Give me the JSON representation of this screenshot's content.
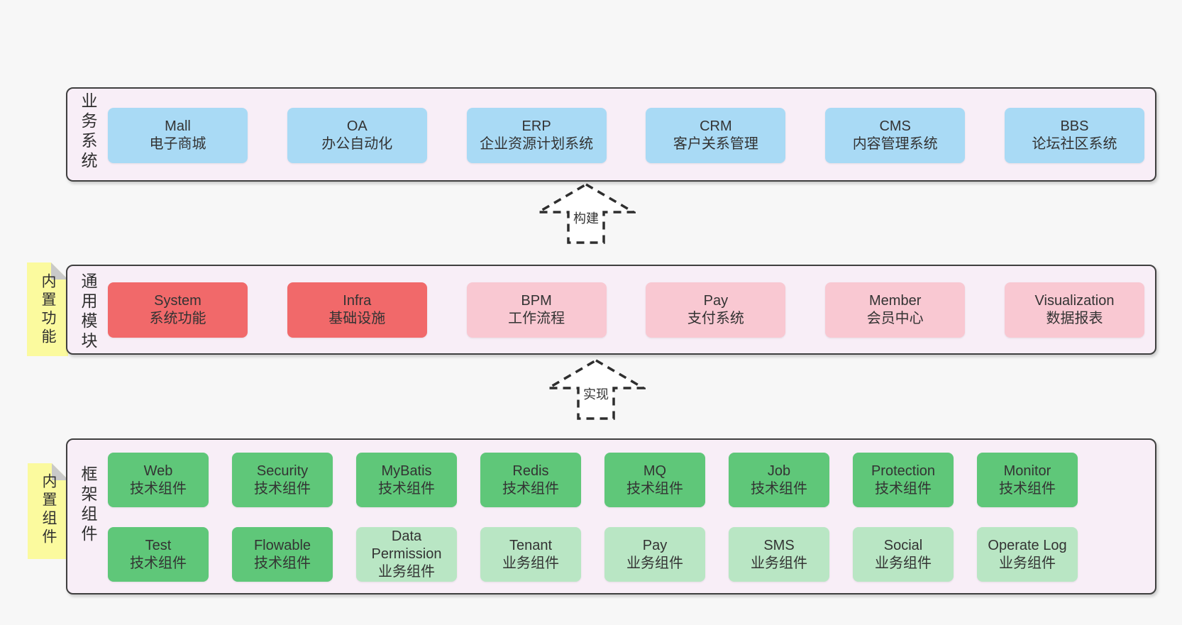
{
  "colors": {
    "page_bg": "#f7f7f7",
    "section_bg": "#f8eef7",
    "section_border": "#3f3f3f",
    "box_text": "#333333",
    "blue": "#a9daf5",
    "red": "#f1696a",
    "pink": "#f9c8d2",
    "green": "#5fc779",
    "light_green": "#b9e6c4",
    "sticky_yellow": "#fbfa9e",
    "fold_gray": "#c9c9c9",
    "arrow_stroke": "#2e2e2e"
  },
  "sections": {
    "business": {
      "label": "业务系统",
      "items": [
        {
          "name": "Mall",
          "desc": "电子商城",
          "type": "blue"
        },
        {
          "name": "OA",
          "desc": "办公自动化",
          "type": "blue"
        },
        {
          "name": "ERP",
          "desc": "企业资源计划系统",
          "type": "blue"
        },
        {
          "name": "CRM",
          "desc": "客户关系管理",
          "type": "blue"
        },
        {
          "name": "CMS",
          "desc": "内容管理系统",
          "type": "blue"
        },
        {
          "name": "BBS",
          "desc": "论坛社区系统",
          "type": "blue"
        }
      ]
    },
    "modules": {
      "label": "通用模块",
      "sticky": "内置功能",
      "items": [
        {
          "name": "System",
          "desc": "系统功能",
          "type": "red"
        },
        {
          "name": "Infra",
          "desc": "基础设施",
          "type": "red"
        },
        {
          "name": "BPM",
          "desc": "工作流程",
          "type": "pink"
        },
        {
          "name": "Pay",
          "desc": "支付系统",
          "type": "pink"
        },
        {
          "name": "Member",
          "desc": "会员中心",
          "type": "pink"
        },
        {
          "name": "Visualization",
          "desc": "数据报表",
          "type": "pink"
        }
      ]
    },
    "components": {
      "label": "框架组件",
      "sticky": "内置组件",
      "rows": [
        [
          {
            "name": "Web",
            "desc": "技术组件",
            "type": "green"
          },
          {
            "name": "Security",
            "desc": "技术组件",
            "type": "green"
          },
          {
            "name": "MyBatis",
            "desc": "技术组件",
            "type": "green"
          },
          {
            "name": "Redis",
            "desc": "技术组件",
            "type": "green"
          },
          {
            "name": "MQ",
            "desc": "技术组件",
            "type": "green"
          },
          {
            "name": "Job",
            "desc": "技术组件",
            "type": "green"
          },
          {
            "name": "Protection",
            "desc": "技术组件",
            "type": "green"
          },
          {
            "name": "Monitor",
            "desc": "技术组件",
            "type": "green"
          }
        ],
        [
          {
            "name": "Test",
            "desc": "技术组件",
            "type": "green"
          },
          {
            "name": "Flowable",
            "desc": "技术组件",
            "type": "green"
          },
          {
            "name": "Data Permission",
            "desc": "业务组件",
            "type": "lightgreen"
          },
          {
            "name": "Tenant",
            "desc": "业务组件",
            "type": "lightgreen"
          },
          {
            "name": "Pay",
            "desc": "业务组件",
            "type": "lightgreen"
          },
          {
            "name": "SMS",
            "desc": "业务组件",
            "type": "lightgreen"
          },
          {
            "name": "Social",
            "desc": "业务组件",
            "type": "lightgreen"
          },
          {
            "name": "Operate Log",
            "desc": "业务组件",
            "type": "lightgreen"
          }
        ]
      ]
    }
  },
  "arrows": [
    {
      "label": "构建"
    },
    {
      "label": "实现"
    }
  ]
}
